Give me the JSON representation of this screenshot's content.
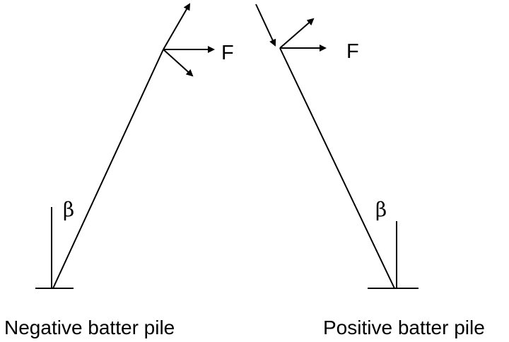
{
  "colors": {
    "line": "#000000",
    "background": "#ffffff"
  },
  "labels": {
    "force": "F",
    "angle": "β"
  },
  "captions": {
    "negative": "Negative batter pile",
    "positive": "Positive batter pile"
  }
}
